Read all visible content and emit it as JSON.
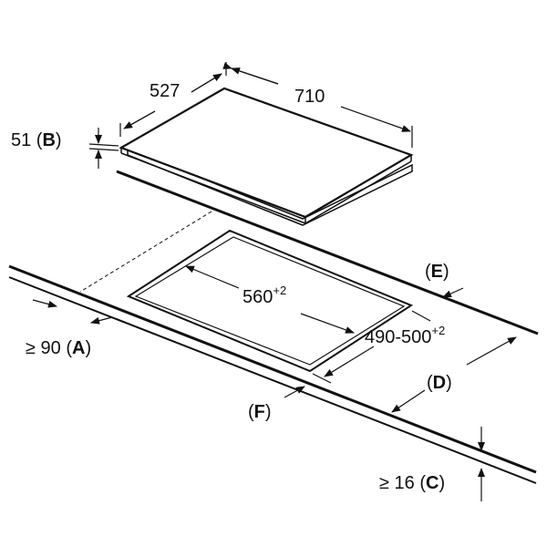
{
  "labels": {
    "depth": "527",
    "width": "710",
    "height_value": "51",
    "height_letter": "B",
    "cutout_width_base": "560",
    "cutout_width_tol": "+2",
    "cutout_depth_base": "490-500",
    "cutout_depth_tol": "+2",
    "rear_gap_prefix": "≥ 90",
    "rear_gap_letter": "A",
    "thickness_prefix": "≥ 16",
    "thickness_letter": "C",
    "depth_letter": "D",
    "edge_letter": "E",
    "front_letter": "F"
  },
  "colors": {
    "line": "#111111",
    "stroke_light": "#555555"
  }
}
